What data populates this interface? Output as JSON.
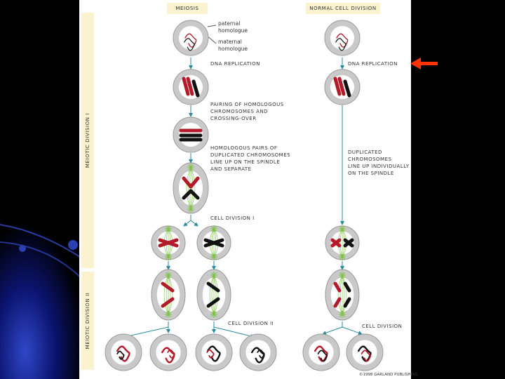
{
  "headers": {
    "meiosis": "MEIOSIS",
    "normal": "NORMAL CELL DIVISION"
  },
  "sidebar": {
    "division_one": "MEIOTIC DIVISION I",
    "division_two": "MEIOTIC DIVISION II"
  },
  "legend": {
    "paternal": "paternal\nhomologue",
    "maternal": "maternal\nhomologue"
  },
  "meiosis_steps": {
    "dna_replication": "DNA REPLICATION",
    "pairing": "PAIRING OF HOMOLOGOUS\nCHROMOSOMES AND\nCROSSING-OVER",
    "line_up": "HOMOLOGOUS PAIRS OF\nDUPLICATED CHROMOSOMES\nLINE UP ON THE SPINDLE\nAND SEPARATE",
    "cell_division_1": "CELL DIVISION I",
    "cell_division_2": "CELL DIVISION II"
  },
  "normal_steps": {
    "dna_replication": "DNA REPLICATION",
    "line_up": "DUPLICATED\nCHROMOSOMES\nLINE UP INDIVIDUALLY\nON THE SPINDLE",
    "cell_division": "CELL DIVISION"
  },
  "copyright": "©1998 GARLAND PUBLISHING",
  "colors": {
    "paternal": "#b31b2b",
    "maternal": "#111111",
    "arrow": "#2a8a9e",
    "pointer": "#ff3300",
    "cell": "#c9c9c9",
    "panel": "#fbf3cf"
  }
}
